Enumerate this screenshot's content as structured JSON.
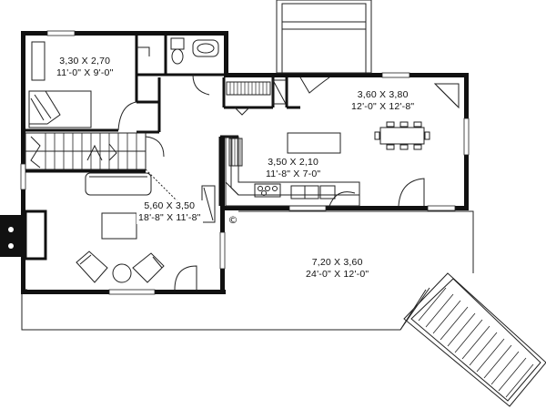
{
  "floor_plan": {
    "rooms": [
      {
        "id": "bedroom",
        "metric": "3,30 X 2,70",
        "imperial": "11'-0\" X 9'-0\""
      },
      {
        "id": "dining",
        "metric": "3,60 X 3,80",
        "imperial": "12'-0\" X 12'-8\""
      },
      {
        "id": "kitchen",
        "metric": "3,50 X 2,10",
        "imperial": "11'-8\" X 7-0\""
      },
      {
        "id": "living",
        "metric": "5,60 X 3,50",
        "imperial": "18'-8\" X 11'-8\""
      },
      {
        "id": "deck",
        "metric": "7,20 X 3,60",
        "imperial": "24'-0\" X 12'-0\""
      }
    ],
    "copyright_symbol": "©",
    "colors": {
      "wall": "#111111",
      "line": "#222222"
    }
  }
}
